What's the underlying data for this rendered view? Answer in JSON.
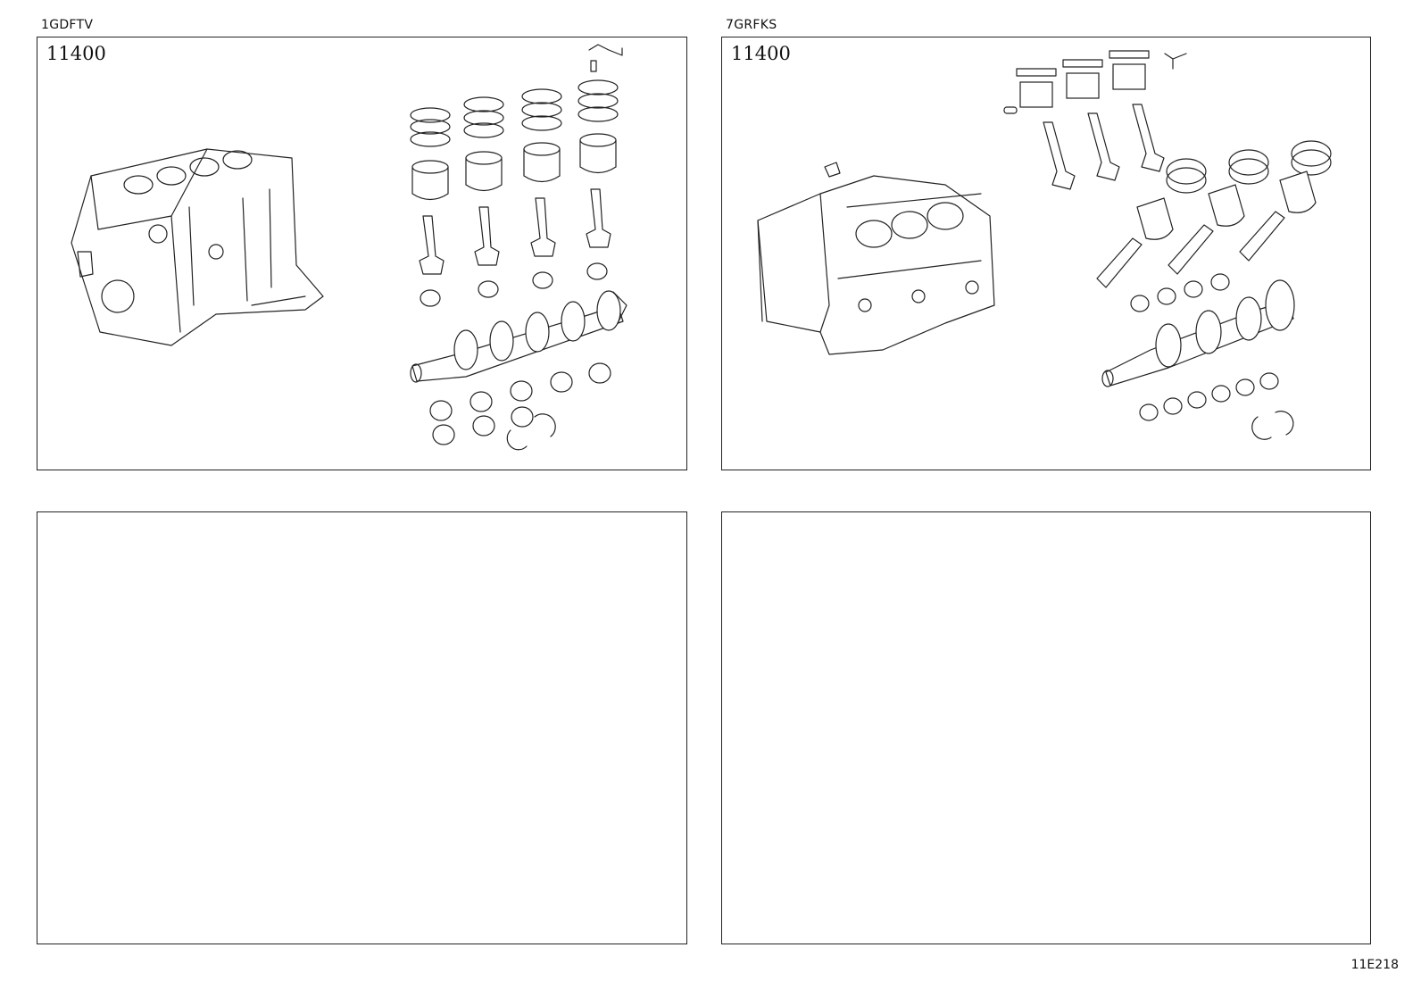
{
  "panels": [
    {
      "engine_code": "1GDFTV",
      "part_number": "11400",
      "illustration": "short-block-inline-4"
    },
    {
      "engine_code": "7GRFKS",
      "part_number": "11400",
      "illustration": "short-block-v6"
    },
    {
      "engine_code": "",
      "part_number": ""
    },
    {
      "engine_code": "",
      "part_number": ""
    }
  ],
  "sheet_id": "11E218"
}
